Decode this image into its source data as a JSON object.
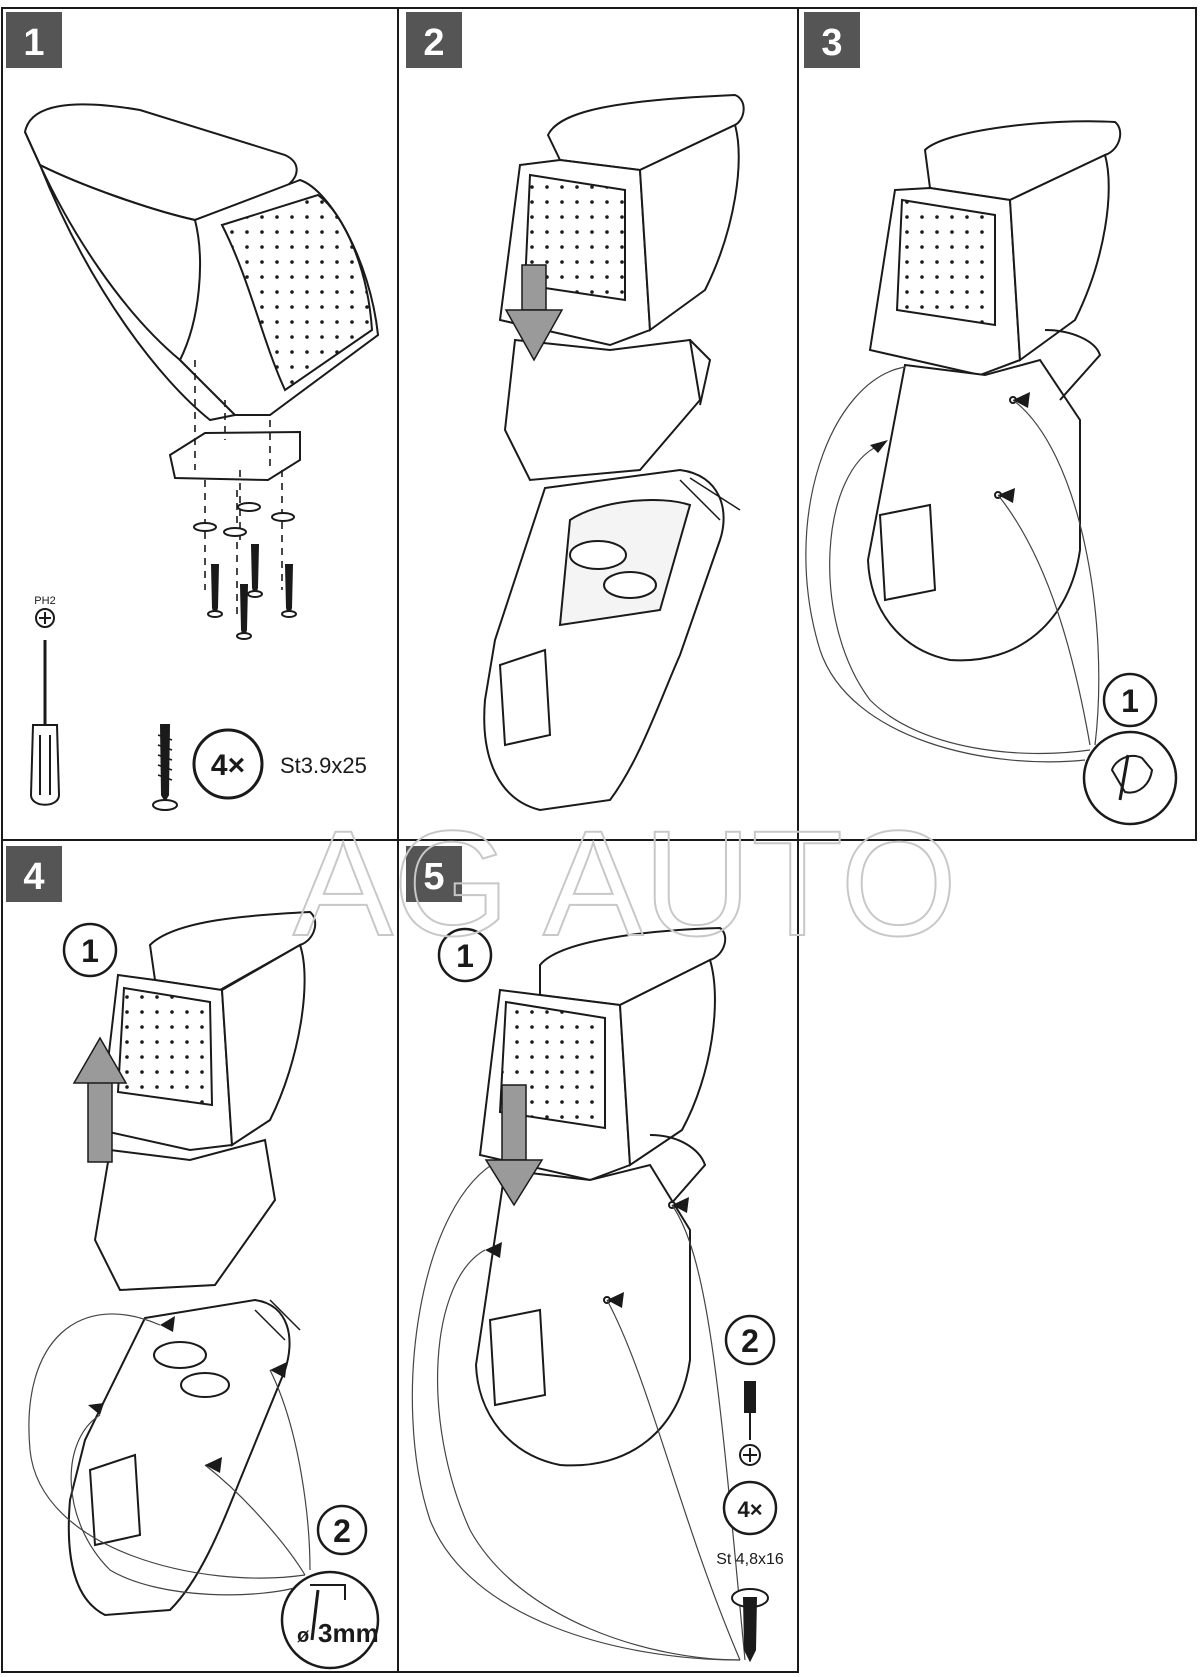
{
  "watermark": "AG AUTO",
  "steps": [
    {
      "number": "1",
      "tool_label": "PH2",
      "screw_count": "4×",
      "screw_spec": "St3.9x25"
    },
    {
      "number": "2"
    },
    {
      "number": "3",
      "callout_1": "1"
    },
    {
      "number": "4",
      "callout_1": "1",
      "callout_2": "2",
      "drill_size": "3mm",
      "drill_symbol": "ø"
    },
    {
      "number": "5",
      "callout_1": "1",
      "callout_2": "2",
      "screw_count": "4×",
      "screw_spec": "St 4,8x16"
    }
  ],
  "colors": {
    "line": "#1a1a1a",
    "badge": "#555555",
    "arrow": "#9a9a9a",
    "watermark": "#c8c8c8"
  }
}
